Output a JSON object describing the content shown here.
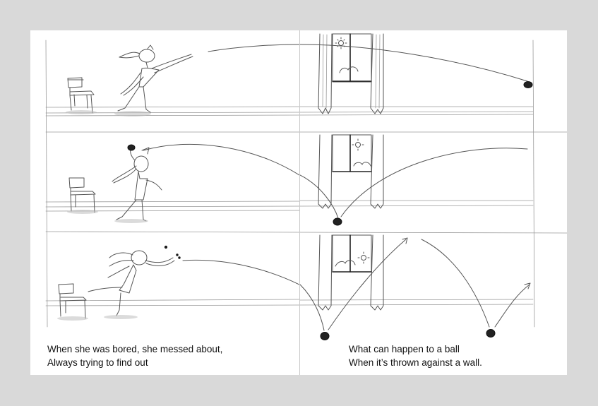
{
  "book": {
    "left_page": {
      "caption_lines": [
        "When she was bored, she messed about,",
        "Always trying to find out"
      ]
    },
    "right_page": {
      "caption_lines": [
        "What can happen to a ball",
        "When it’s thrown against a wall."
      ]
    }
  },
  "illustration": {
    "panel_count": 3,
    "elements": [
      "girl",
      "chair",
      "ball",
      "window",
      "curtains",
      "sun-icon",
      "cloud",
      "ball-trajectory"
    ]
  }
}
